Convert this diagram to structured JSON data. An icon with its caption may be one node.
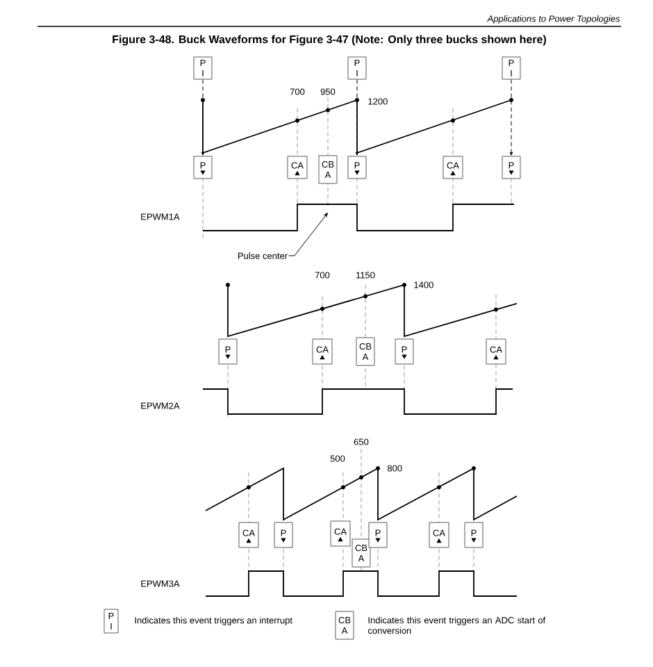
{
  "diagram": {
    "title": "Figure 3-48. Buck Waveforms for Figure 3-47 (Note: Only three bucks shown here)",
    "nodes": [
      {
        "text": [
          "P I"
        ]
      },
      {
        "text": [
          "P I"
        ]
      },
      {
        "text": [
          "P I"
        ]
      },
      {
        "text": [
          "P"
        ]
      },
      {
        "text": [
          "CA"
        ]
      },
      {
        "text": [
          "CB A"
        ]
      },
      {
        "text": [
          "P"
        ]
      },
      {
        "text": [
          "CA"
        ]
      },
      {
        "text": [
          "P"
        ]
      },
      {
        "text": [
          "Pulse center"
        ]
      },
      {
        "text": [
          "P"
        ]
      },
      {
        "text": [
          "CA"
        ]
      },
      {
        "text": [
          "CB A"
        ]
      },
      {
        "text": [
          "P"
        ]
      },
      {
        "text": [
          "CA"
        ]
      },
      {
        "text": [
          "CA"
        ]
      },
      {
        "text": [
          "P"
        ]
      },
      {
        "text": [
          "CA"
        ]
      },
      {
        "text": [
          "CB A"
        ]
      },
      {
        "text": [
          "P"
        ]
      },
      {
        "text": [
          "CA"
        ]
      },
      {
        "text": [
          "P"
        ]
      },
      {
        "text": [
          "P I"
        ],
        "beside": [
          "Indicates this event triggers an interrupt"
        ]
      },
      {
        "text": [
          "CB A"
        ],
        "beside": [
          "Indicates this event triggers an ADC start of conversion"
        ]
      }
    ],
    "edges": [
      {
        "from": 0,
        "to": 3,
        "arrow": "to",
        "style": "dashed"
      },
      {
        "from": 1,
        "to": 6,
        "arrow": "to",
        "style": "dashed"
      },
      {
        "from": 2,
        "to": 8,
        "arrow": "to",
        "style": "dashed"
      },
      {
        "from": 9,
        "to": null,
        "arrow": "to"
      }
    ],
    "labels": [
      "Applications to Power Topologies",
      "700",
      "950",
      "1200",
      "EPWM1A",
      "700",
      "1150",
      "1400",
      "EPWM2A",
      "650",
      "500",
      "800",
      "EPWM3A"
    ]
  }
}
